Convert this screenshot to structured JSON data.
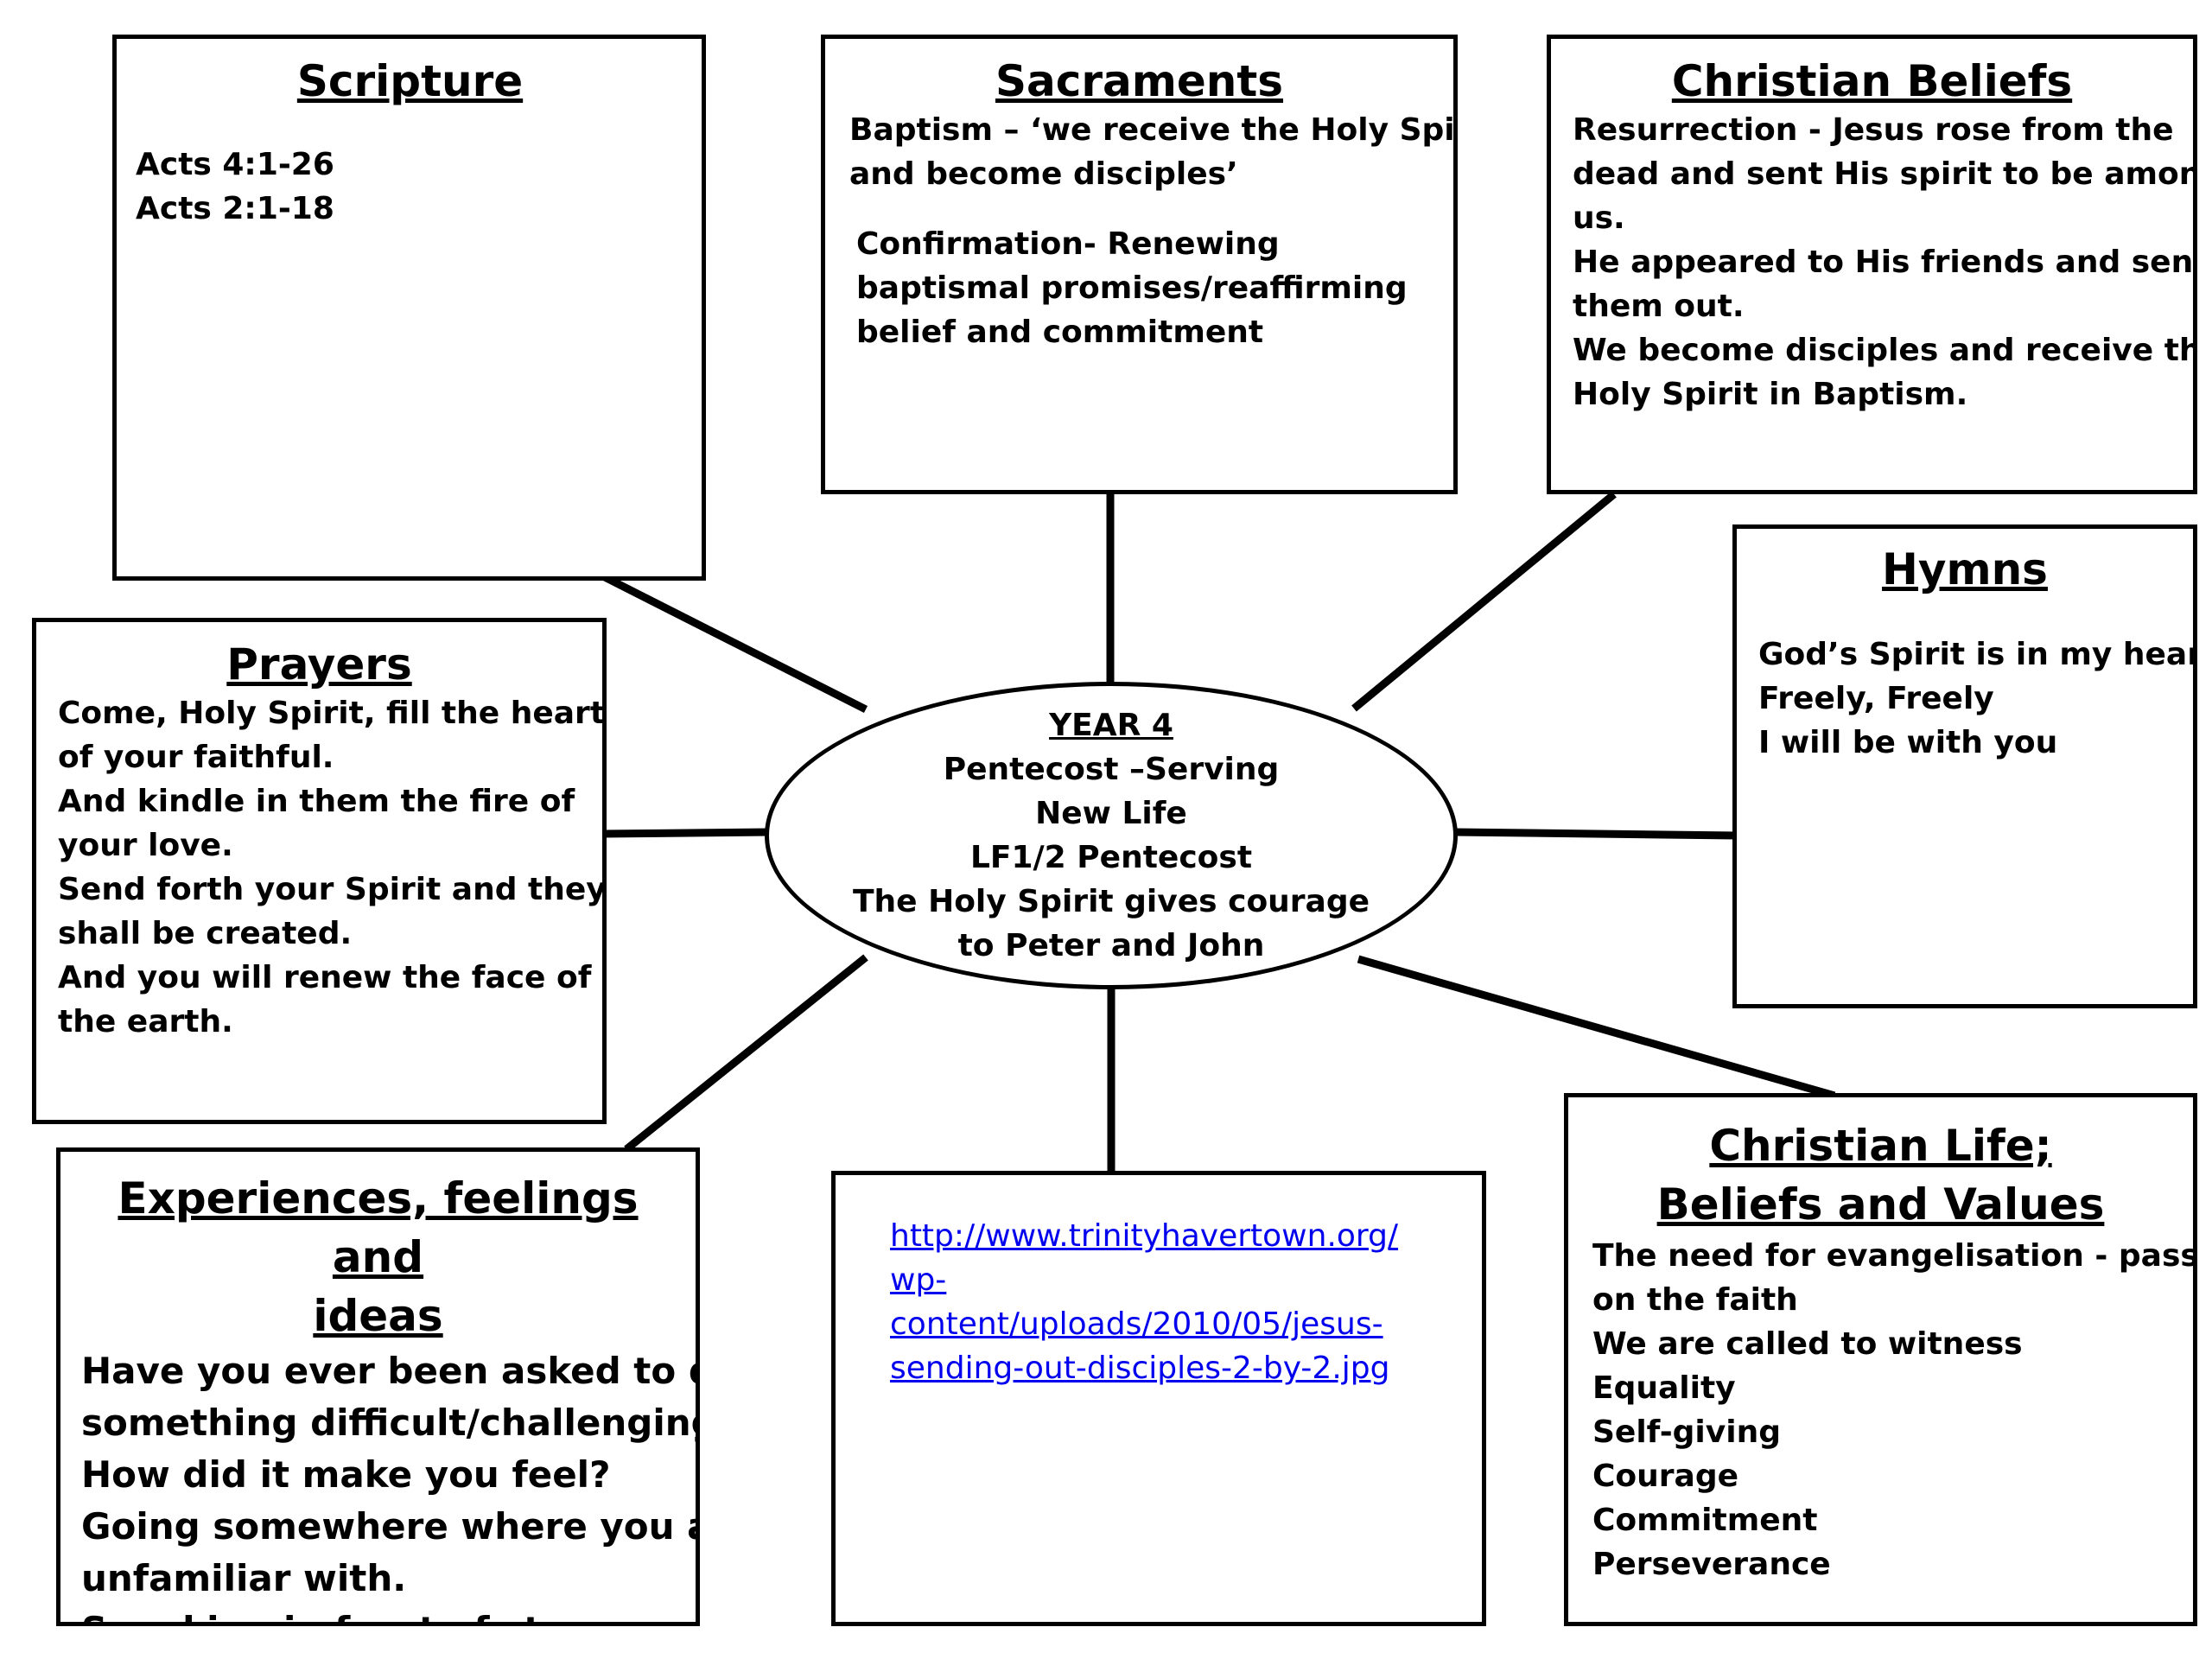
{
  "center": {
    "year": "YEAR 4",
    "lines": [
      "Pentecost –Serving",
      "New Life",
      "LF1/2 Pentecost",
      "The Holy Spirit gives courage",
      "to Peter and John"
    ]
  },
  "scripture": {
    "title": "Scripture",
    "lines": [
      "Acts 4:1-26",
      "Acts 2:1-18"
    ]
  },
  "sacraments": {
    "title": "Sacraments",
    "baptism": [
      "Baptism – ‘we receive the Holy Spirit",
      "and become disciples’"
    ],
    "confirmation": [
      "Confirmation- Renewing",
      "baptismal promises/reaffirming",
      "belief and commitment"
    ]
  },
  "christian_beliefs": {
    "title": "Christian Beliefs",
    "lines": [
      "Resurrection - Jesus rose from the",
      "dead and sent His spirit to be among",
      "us.",
      "He appeared to His friends and sent",
      "them out.",
      "We become disciples and receive the",
      "Holy Spirit in Baptism."
    ]
  },
  "prayers": {
    "title": "Prayers",
    "lines": [
      "Come, Holy Spirit, fill the hearts",
      "of your faithful.",
      "And kindle in them the fire of",
      "your love.",
      "Send forth your Spirit and they",
      "shall be created.",
      "And you will renew the face of",
      "the earth."
    ]
  },
  "hymns": {
    "title": "Hymns",
    "lines": [
      "God’s Spirit is in my heart",
      "Freely, Freely",
      "I will be with you"
    ]
  },
  "experiences": {
    "title_lines": [
      "Experiences, feelings and",
      "ideas"
    ],
    "lines": [
      "Have you ever been asked to do",
      "something difficult/challenging?",
      "How did it make you feel?",
      "Going somewhere where you are",
      "unfamiliar with.",
      "Speaking in front of strangers."
    ]
  },
  "link_box": {
    "lines": [
      "http://www.trinityhavertown.org/",
      "wp-",
      "content/uploads/2010/05/jesus-",
      "sending-out-disciples-2-by-2.jpg"
    ]
  },
  "christian_life": {
    "title_lines": [
      "Christian Life;",
      "Beliefs and Values"
    ],
    "lines": [
      "The need for evangelisation - passing",
      "on the faith",
      "We are called to witness",
      "Equality",
      "Self-giving",
      "Courage",
      "Commitment",
      "Perseverance"
    ]
  }
}
